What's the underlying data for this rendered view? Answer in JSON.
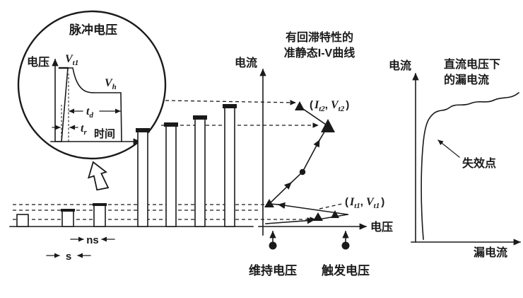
{
  "colors": {
    "ink": "#1a1a1a",
    "background": "#ffffff"
  },
  "inset": {
    "title": "脉冲电压",
    "y_axis": "电压",
    "x_axis": "时间",
    "v_sym": "V",
    "sub_t1": "t1",
    "sub_h": "h",
    "t_sym": "t",
    "sub_d": "d",
    "sub_r": "r"
  },
  "pulse_train": {
    "ns": "ns",
    "s": "s"
  },
  "iv": {
    "title1": "有回滞特性的",
    "title2": "准静态I-V曲线",
    "y_axis": "电流",
    "x_axis": "电压",
    "paren_open": "(",
    "paren_close": ")",
    "comma": ",",
    "i_sym": "I",
    "v_sym": "V",
    "sub_t2": "t2",
    "sub_t1": "t1",
    "holding": "维持电压",
    "trigger": "触发电压"
  },
  "leak": {
    "y_axis": "电流",
    "title1": "直流电压下",
    "title2": "的漏电流",
    "failure": "失效点",
    "x_axis": "漏电流"
  }
}
